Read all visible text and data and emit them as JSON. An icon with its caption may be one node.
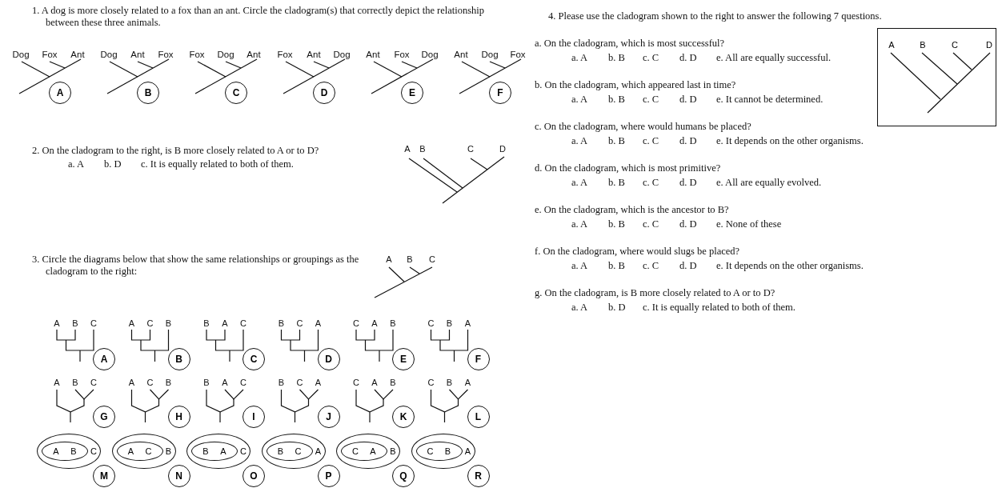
{
  "diagram": {
    "nodes": [
      {
        "text": [
          "A"
        ]
      },
      {
        "text": [
          "B"
        ]
      },
      {
        "text": [
          "C"
        ]
      },
      {
        "text": [
          "D"
        ]
      },
      {
        "text": [
          "E"
        ]
      },
      {
        "text": [
          "F"
        ]
      },
      {
        "text": [
          "A"
        ]
      },
      {
        "text": [
          "B"
        ]
      },
      {
        "text": [
          "C"
        ]
      },
      {
        "text": [
          "D"
        ]
      },
      {
        "text": [
          "E"
        ]
      },
      {
        "text": [
          "F"
        ]
      },
      {
        "text": [
          "G"
        ]
      },
      {
        "text": [
          "H"
        ]
      },
      {
        "text": [
          "I"
        ]
      },
      {
        "text": [
          "J"
        ]
      },
      {
        "text": [
          "K"
        ]
      },
      {
        "text": [
          "L"
        ]
      },
      {
        "text": [
          "C"
        ]
      },
      {
        "text": [
          "A",
          "B"
        ],
        "in": 18
      },
      {
        "text": [
          "B"
        ]
      },
      {
        "text": [
          "A",
          "C"
        ],
        "in": 20
      },
      {
        "text": [
          "C"
        ]
      },
      {
        "text": [
          "B",
          "A"
        ],
        "in": 22
      },
      {
        "text": [
          "A"
        ]
      },
      {
        "text": [
          "B",
          "C"
        ],
        "in": 24
      },
      {
        "text": [
          "B"
        ]
      },
      {
        "text": [
          "C",
          "A"
        ],
        "in": 26
      },
      {
        "text": [
          "A"
        ]
      },
      {
        "text": [
          "C",
          "B"
        ],
        "in": 28
      },
      {
        "text": [
          "M"
        ]
      },
      {
        "text": [
          "N"
        ]
      },
      {
        "text": [
          "O"
        ]
      },
      {
        "text": [
          "P"
        ]
      },
      {
        "text": [
          "Q"
        ]
      },
      {
        "text": [
          "R"
        ]
      },
      {
        "text": [
          "A",
          "B",
          "C",
          "D"
        ]
      }
    ],
    "labels": [
      "1. A dog is more closely related to a fox than an ant. Circle the cladogram(s) that correctly depict the relationship between these three animals.",
      "Dog",
      "Fox",
      "Ant",
      "Dog",
      "Ant",
      "Fox",
      "Fox",
      "Dog",
      "Ant",
      "Fox",
      "Ant",
      "Dog",
      "Ant",
      "Fox",
      "Dog",
      "Ant",
      "Dog",
      "Fox",
      "2. On the cladogram to the right, is B more closely related to A or to D?",
      "a. A",
      "b. D",
      "c. It is equally related to both of them.",
      "A",
      "B",
      "C",
      "D",
      "3. Circle the diagrams below that show the same relationships or groupings as the cladogram to the right:",
      "A",
      "B",
      "C",
      "A",
      "B",
      "C",
      "A",
      "C",
      "B",
      "B",
      "A",
      "C",
      "B",
      "C",
      "A",
      "C",
      "A",
      "B",
      "C",
      "B",
      "A",
      "A",
      "B",
      "C",
      "A",
      "C",
      "B",
      "B",
      "A",
      "C",
      "B",
      "C",
      "A",
      "C",
      "A",
      "B",
      "C",
      "B",
      "A",
      "4. Please use the cladogram shown to the right to answer the following 7 questions.",
      "a. On the cladogram, which is most successful?",
      "a. A",
      "b. B",
      "c. C",
      "d. D",
      "e. All are equally successful.",
      "b. On the cladogram, which appeared last in time?",
      "a. A",
      "b. B",
      "c. C",
      "d. D",
      "e. It cannot be determined.",
      "c. On the cladogram, where would humans be placed?",
      "a. A",
      "b. B",
      "c. C",
      "d. D",
      "e. It depends on the other organisms.",
      "d. On the cladogram, which is most primitive?",
      "a. A",
      "b. B",
      "c. C",
      "d. D",
      "e. All are equally evolved.",
      "e. On the cladogram, which is the ancestor to B?",
      "a. A",
      "b. B",
      "c. C",
      "d. D",
      "e. None of these",
      "f. On the cladogram, where would slugs be placed?",
      "a. A",
      "b. B",
      "c. C",
      "d. D",
      "e. It depends on the other organisms.",
      "g. On the cladogram, is B more closely related to A or to D?",
      "a. A",
      "b. D",
      "c. It is equally related to both of them."
    ]
  }
}
